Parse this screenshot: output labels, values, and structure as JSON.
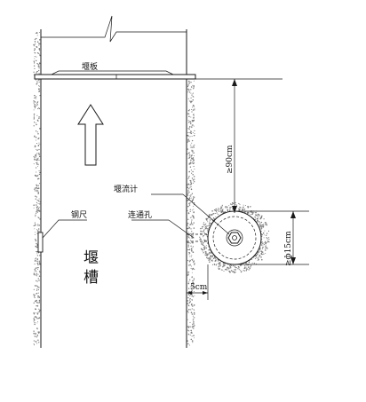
{
  "labels": {
    "weir_plate": "堰板",
    "weir_meter": "堰流计",
    "connecting_hole": "连通孔",
    "steel_ruler": "钢尺",
    "weir_channel_line1": "堰",
    "weir_channel_line2": "槽",
    "dim_height": "≥90cm",
    "dim_diameter": "≥ф15cm",
    "dim_gap": "5cm"
  },
  "colors": {
    "line": "#1a1a1a",
    "stipple": "#7a7a7a",
    "background": "#ffffff"
  },
  "icons": [
    "flow-direction-arrow-icon",
    "hex-nut-icon"
  ]
}
